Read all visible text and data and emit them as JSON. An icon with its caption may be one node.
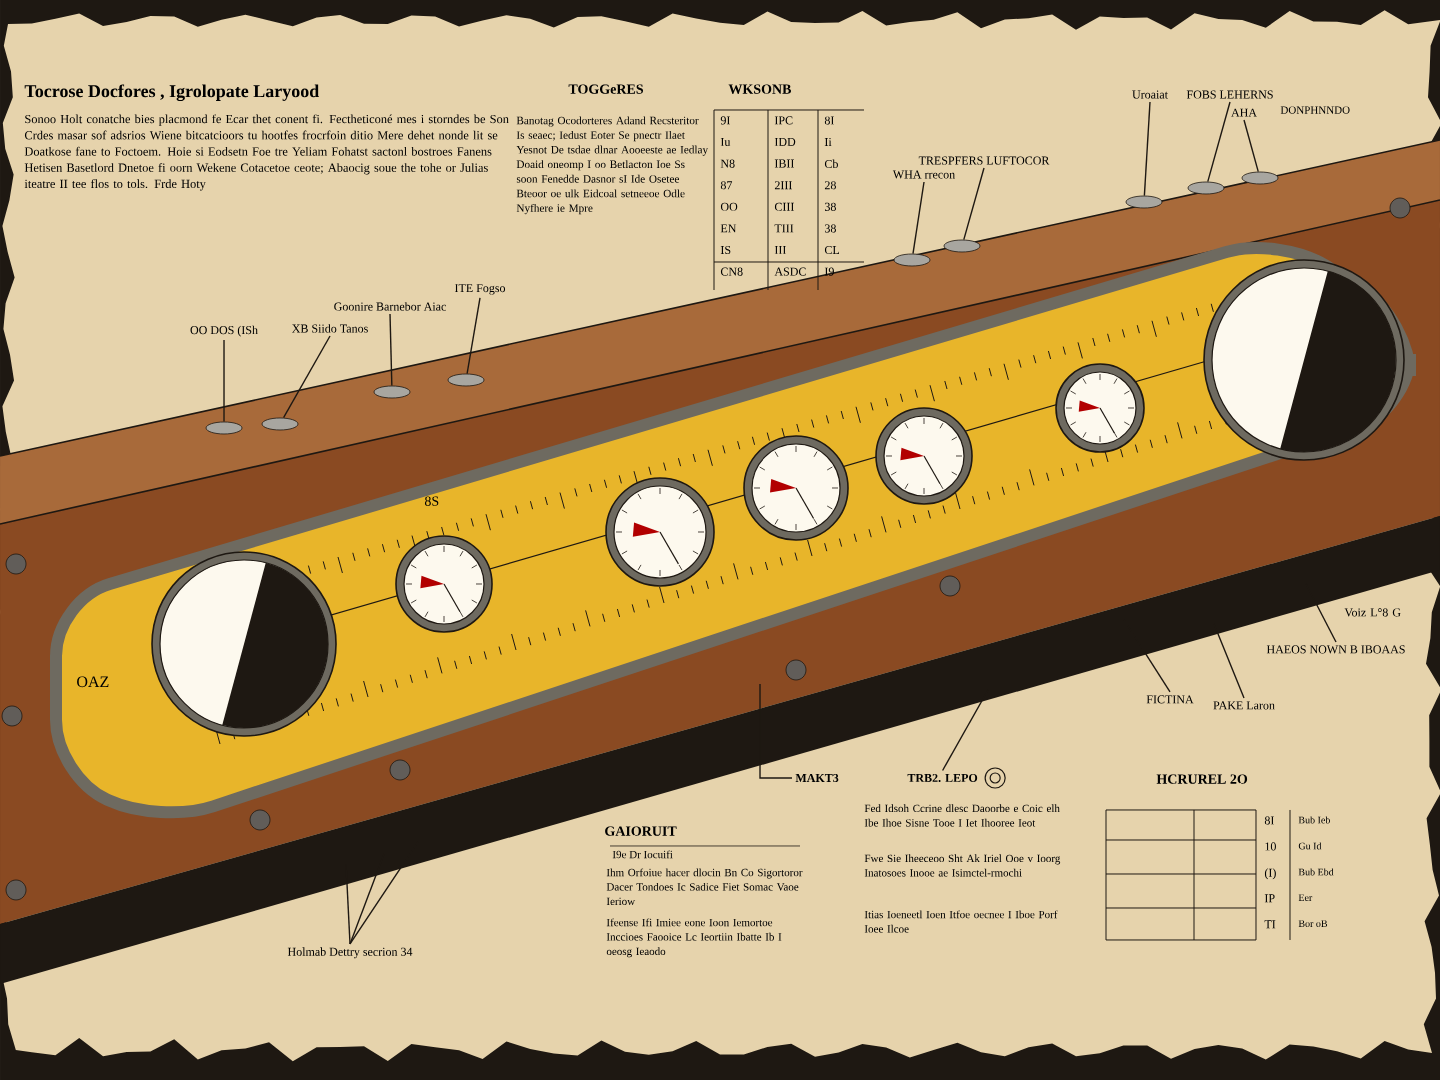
{
  "diagram": {
    "title": "Tocrose Docfores , Igrolopate Laryood",
    "nodes": [
      {
        "text": [
          "OO DOS (ISh"
        ]
      },
      {
        "text": [
          "Goonire Barnebor Aiac"
        ]
      },
      {
        "text": [
          "XB Siido Tanos"
        ]
      },
      {
        "text": [
          "ITE Fogso"
        ]
      },
      {
        "text": [
          "WHA rrecon"
        ]
      },
      {
        "text": [
          "TRESPFERS LUFTOCOR"
        ]
      },
      {
        "text": [
          "Uroaiat"
        ]
      },
      {
        "text": [
          "FOBS LEHERNS"
        ]
      },
      {
        "text": [
          "AHA"
        ]
      },
      {
        "text": [
          "FICTINA"
        ]
      },
      {
        "text": [
          "PAKE Laron"
        ]
      },
      {
        "text": [
          "HAEOS NOWN B IBOAAS"
        ]
      },
      {
        "text": [
          "MAKT3"
        ]
      },
      {
        "text": [
          "TRB2. LEPO"
        ]
      },
      {
        "text": [
          "Holmab Dettry secrion 34"
        ]
      },
      {
        "text": [],
        "shape": "ellipse"
      },
      {
        "text": [],
        "shape": "ellipse"
      },
      {
        "text": [],
        "shape": "ellipse"
      },
      {
        "text": [],
        "shape": "ellipse"
      },
      {
        "text": [],
        "shape": "ellipse"
      },
      {
        "text": [],
        "shape": "ellipse"
      },
      {
        "text": [],
        "shape": "ellipse"
      },
      {
        "text": [],
        "shape": "ellipse"
      },
      {
        "text": [],
        "shape": "ellipse"
      }
    ],
    "edges": [
      {
        "from": 0,
        "to": 15,
        "arrow": "none"
      },
      {
        "from": 1,
        "to": 17,
        "arrow": "none"
      },
      {
        "from": 2,
        "to": 16,
        "arrow": "none"
      },
      {
        "from": 3,
        "to": 18,
        "arrow": "none"
      },
      {
        "from": 4,
        "to": 19,
        "arrow": "none"
      },
      {
        "from": 5,
        "to": 20,
        "arrow": "none"
      },
      {
        "from": 6,
        "to": 21,
        "arrow": "none"
      },
      {
        "from": 7,
        "to": 22,
        "arrow": "none"
      },
      {
        "from": 8,
        "to": 23,
        "arrow": "none"
      },
      {
        "from": 9,
        "to": null,
        "arrow": "none"
      },
      {
        "from": 10,
        "to": null,
        "arrow": "none"
      },
      {
        "from": 11,
        "to": null,
        "arrow": "none"
      },
      {
        "from": 12,
        "to": null,
        "arrow": "none"
      },
      {
        "from": 13,
        "to": null,
        "arrow": "none"
      },
      {
        "from": 14,
        "to": null,
        "arrow": "none"
      },
      {
        "from": 14,
        "to": null,
        "arrow": "none"
      },
      {
        "from": 14,
        "to": null,
        "arrow": "none"
      }
    ],
    "labels": [
      "Sonoo Holt conatche bies placmond fe Ecar thet conent fi. Fectheticoné mes i storndes be Son Crdes masar sof adsrios Wiene bitcatcioors tu hootfes frocrfoin ditio Mere dehet nonde lit se Doatkose fane to Foctoem. Hoie si Eodsetn Foe tre Yeliam Fohatst sactonl bostroes Fanens Hetisen Basetlord Dnetoe fi oorn Wekene Cotacetoe ceote; Abaocig soue the tohe or Julias iteatre II tee flos to tols. Frde Hoty",
      "TOGGeRES",
      "Banotag Ocodorteres Adand Recsteritor Is seaec; Iedust Eoter Se pnectr Ilaet Yesnot De tsdae dlnar Aooeeste ae Iedlay Doaid oneomp I oo Betlacton Ioe Ss soon Fenedde Dasnor sI Ide Osetee Bteoor oe ulk Eidcoal setneeoe Odle Nyfhere ie Mpre",
      "WKSONB",
      "9I",
      "IPC",
      "8I",
      "Iu",
      "IDD",
      "Ii",
      "N8",
      "IBII",
      "Cb",
      "87",
      "2III",
      "28",
      "OO",
      "CIII",
      "38",
      "EN",
      "TIII",
      "38",
      "IS",
      "III",
      "CL",
      "CN8",
      "ASDC",
      "I9",
      "DONPHNNDO",
      "8S",
      "Voiz L°8 G",
      "GAIORUIT",
      "I9e Dr Iocuifi",
      "Ihm Orfoiue hacer dlocin Bn Co Sigortoror Dacer Tondoes Ic Sadice Fiet Somac Vaoe Ieriow",
      "Ifeense Ifi Imiee eone Ioon Iemortoe Inccioes Faooice Lc Ieortiin Ibatte Ib I oeosg Ieaodo",
      "Fed Idsoh Ccrine dlesc Daoorbe e Coic elh Ibe Ihoe Sisne Tooe I Iet Ihooree Ieot",
      "Fwe Sie Iheeceoo Sht Ak Iriel Ooe v Ioorg Inatosoes Inooe ae Isimctel-rmochi",
      "Itias Ioeneetl Ioen Itfoe oecnee I Iboe Porf Ioee Ilcoe",
      "HCRUREL 2O",
      "8I",
      "10",
      "(I)",
      "IP",
      "TI",
      "Bub Ieb",
      "Gu Id",
      "Bub Ebd",
      "Eer",
      "Bor oB",
      "OAZ"
    ]
  }
}
